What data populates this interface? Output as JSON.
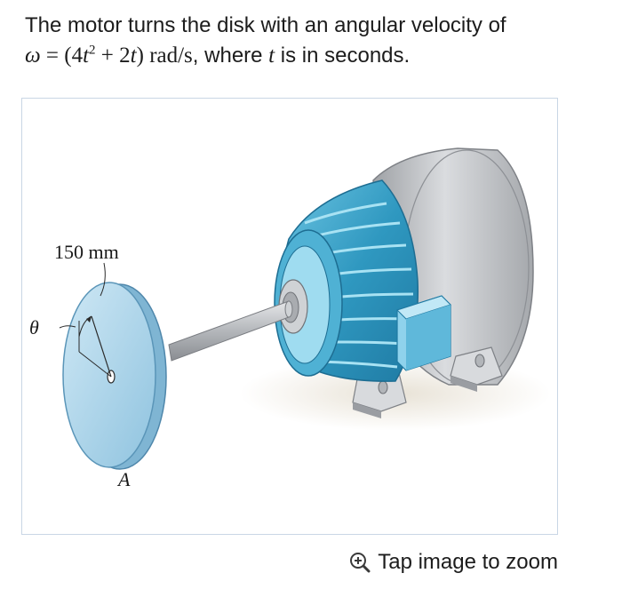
{
  "problem": {
    "line1": "The motor turns the disk with an angular velocity of",
    "omega_symbol": "ω",
    "equals": " = ",
    "paren_open": "(4",
    "t1": "t",
    "power": "2",
    "plus_part": " + 2",
    "t2": "t",
    "paren_close": ")",
    "unit": " rad/s",
    "where_prefix": ", where ",
    "t3": "t",
    "where_suffix": " is in seconds."
  },
  "figure": {
    "label_radius": "150 mm",
    "label_theta": "θ",
    "label_point": "A",
    "colors": {
      "disk": "#a9d4ea",
      "disk_edge": "#6fa6c8",
      "motor_blue": "#3fa6c9",
      "motor_blue_light": "#8fd3ea",
      "housing_gray": "#c9cbce",
      "housing_dark": "#8d9095",
      "shaft": "#b9bcc0"
    },
    "icons": {
      "motor": "electric-motor-illustration",
      "disk": "disk-illustration"
    }
  },
  "zoom": {
    "label": "Tap image to zoom",
    "icon": "zoom-in-icon"
  }
}
